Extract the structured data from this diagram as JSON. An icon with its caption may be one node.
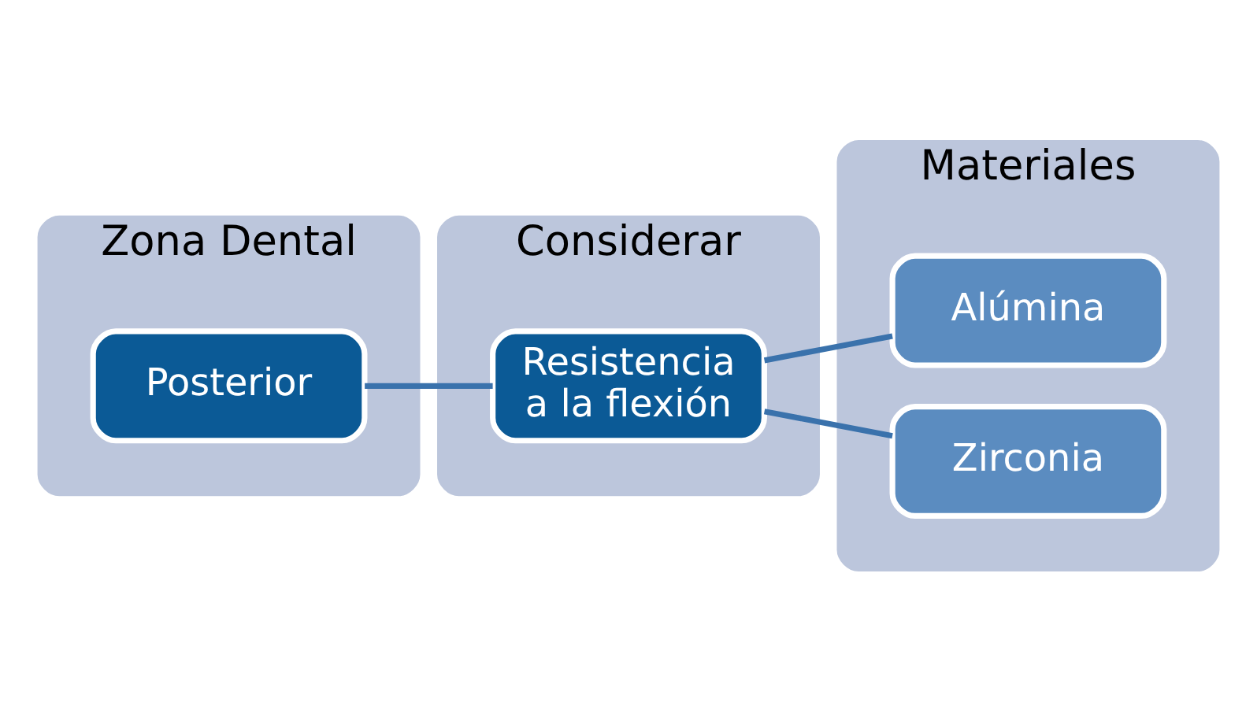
{
  "diagram": {
    "nodes": [
      {
        "text": [
          "Zona Dental"
        ]
      },
      {
        "text": [
          "Posterior"
        ],
        "in": 0
      },
      {
        "text": [
          "Considerar"
        ]
      },
      {
        "text": [
          "Resistencia a la flexión"
        ],
        "in": 2
      },
      {
        "text": [
          "Materiales"
        ]
      },
      {
        "text": [
          "Alúmina"
        ],
        "in": 4
      },
      {
        "text": [
          "Zirconia"
        ],
        "in": 4
      }
    ],
    "edges": [
      {
        "from": 1,
        "to": 3,
        "arrow": "none"
      },
      {
        "from": 3,
        "to": 5,
        "arrow": "none"
      },
      {
        "from": 3,
        "to": 6,
        "arrow": "none"
      }
    ]
  }
}
